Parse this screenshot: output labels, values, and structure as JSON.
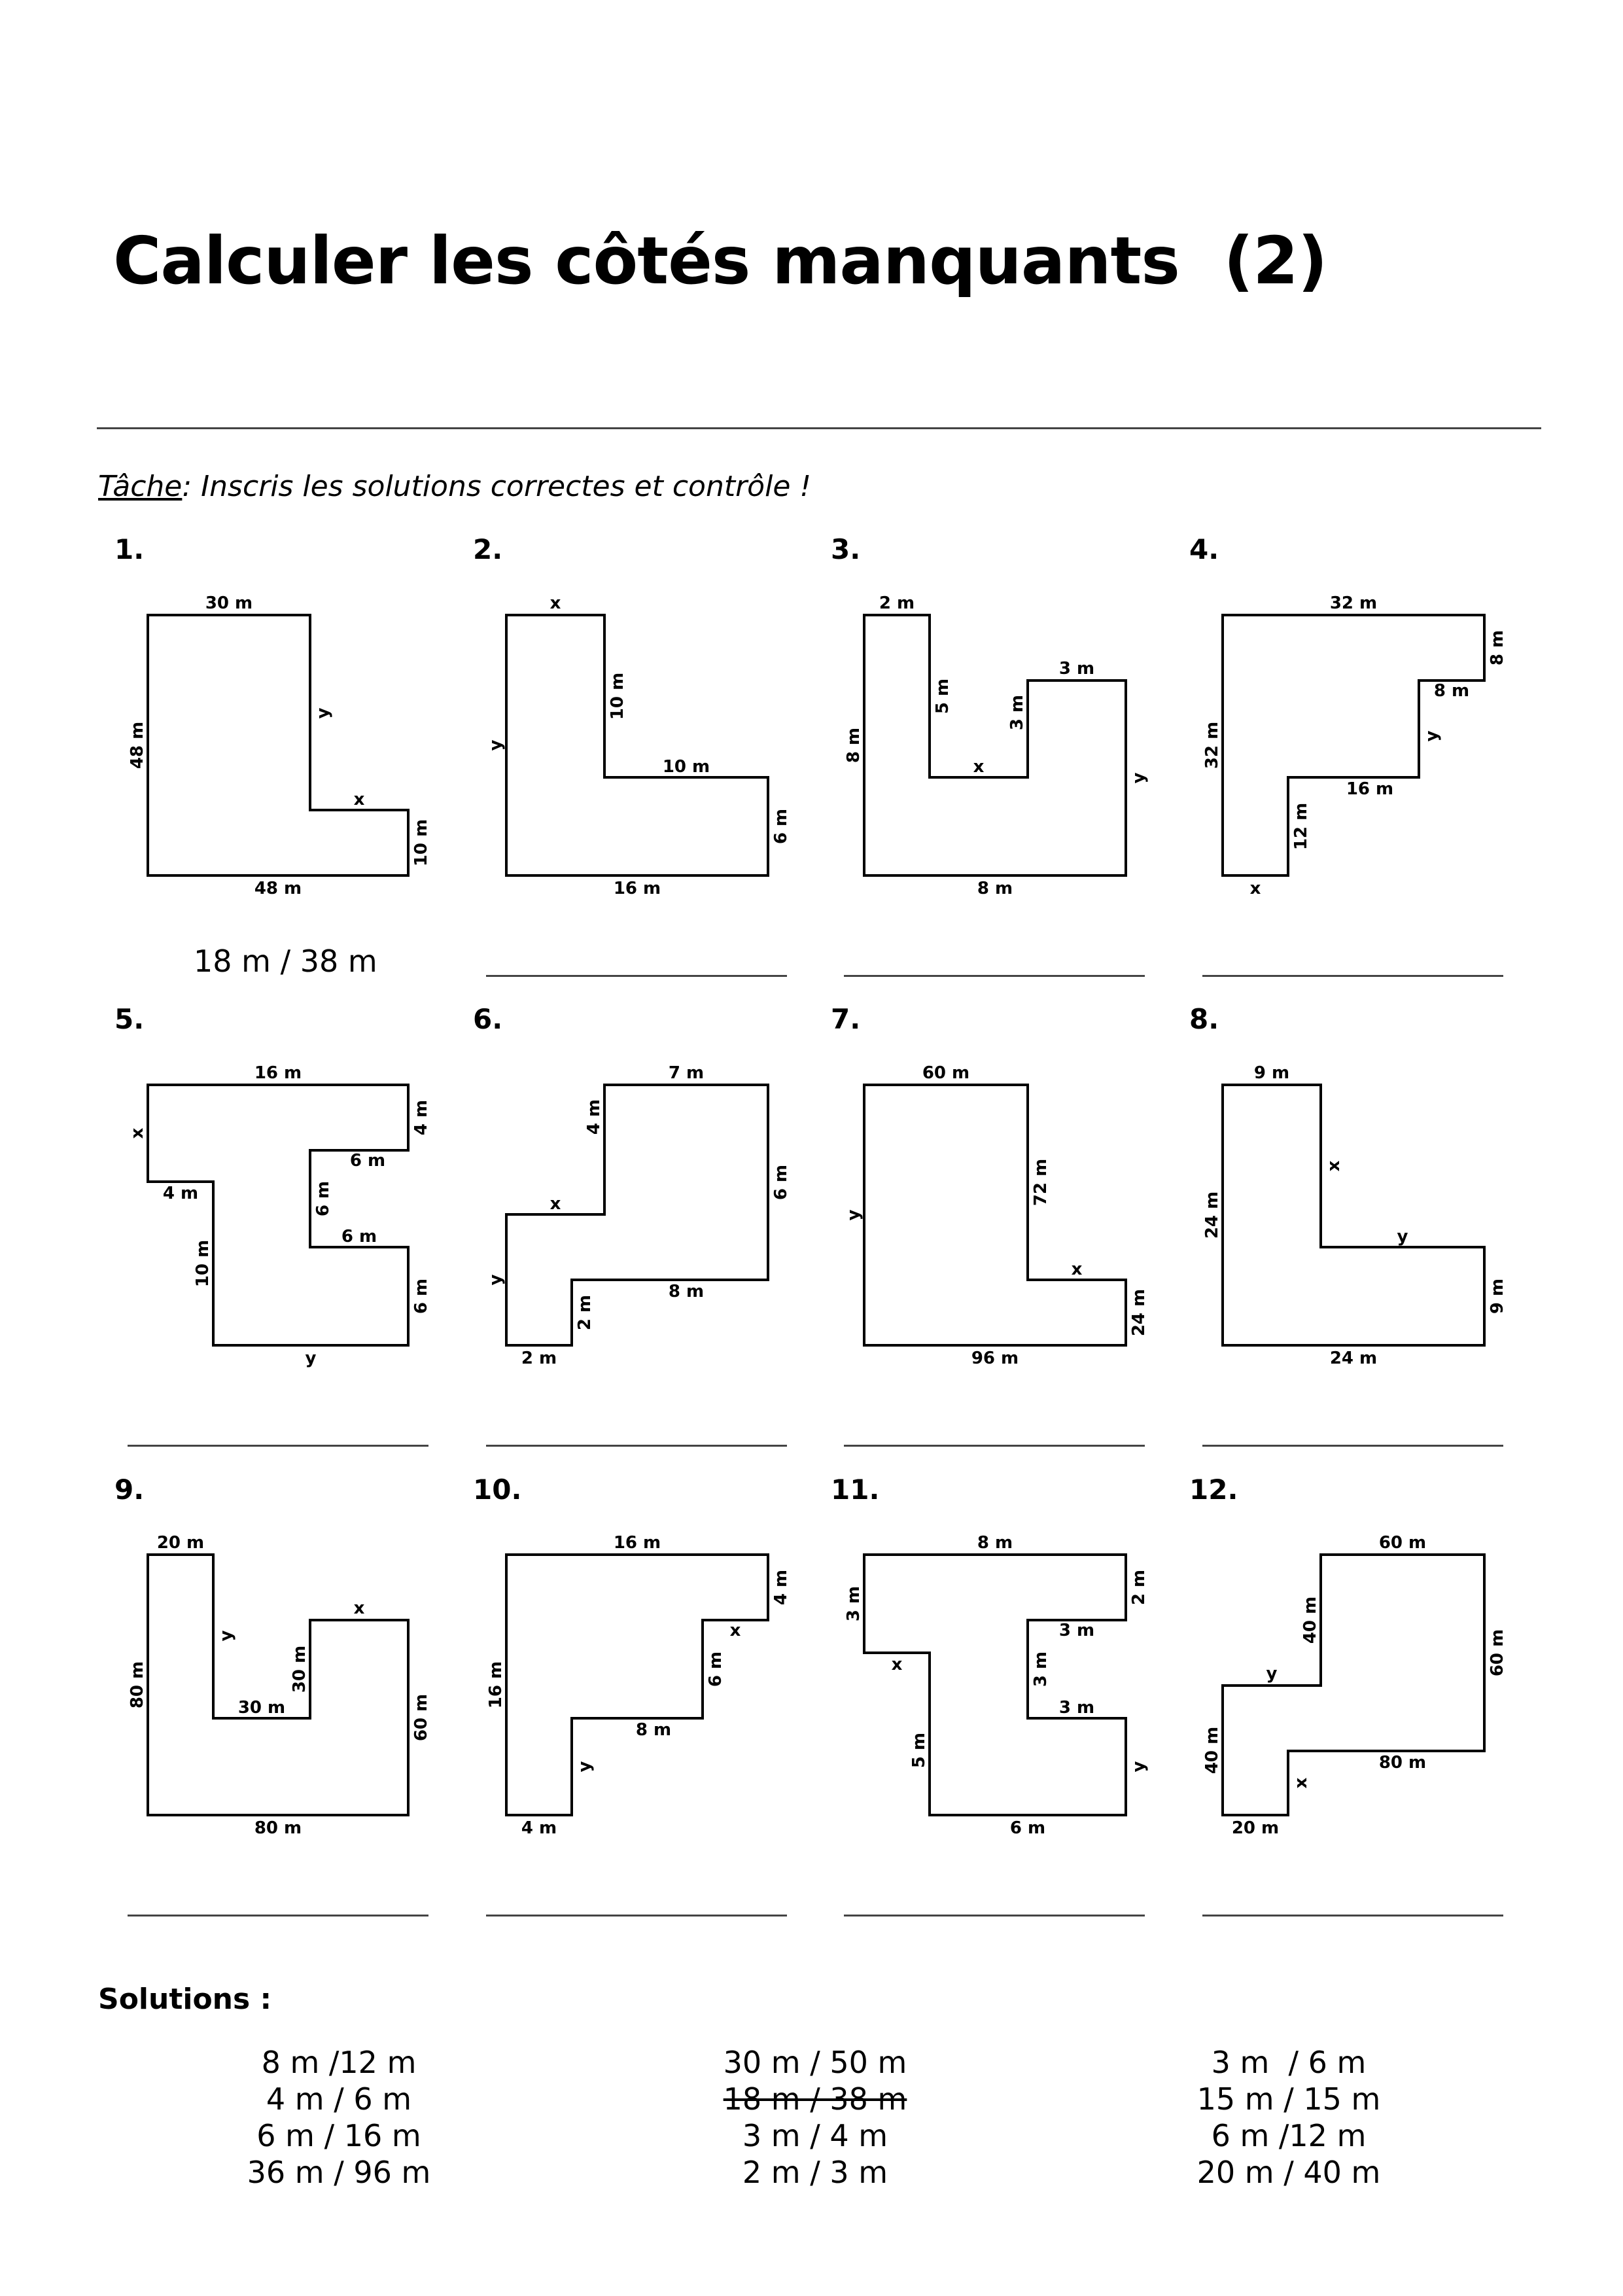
{
  "title": "Calculer les côtés manquants  (2)",
  "task": {
    "label": "Tâche",
    "text": ": Inscris les solutions correctes et contrôle !"
  },
  "problems": [
    {
      "num": "1.",
      "labels": {
        "top": "30 m",
        "left": "48 m",
        "y": "y",
        "x": "x",
        "right": "10 m",
        "bottom": "48 m"
      },
      "answer": "18 m / 38 m"
    },
    {
      "num": "2.",
      "labels": {
        "top": "x",
        "left": "y",
        "inner_v": "10 m",
        "inner_h": "10 m",
        "right": "6 m",
        "bottom": "16 m"
      },
      "answer": ""
    },
    {
      "num": "3.",
      "labels": {
        "top_left": "2 m",
        "left": "8 m",
        "a": "5 m",
        "x": "x",
        "b": "3 m",
        "top_right": "3 m",
        "y": "y",
        "bottom": "8 m"
      },
      "answer": ""
    },
    {
      "num": "4.",
      "labels": {
        "top": "32 m",
        "right_top": "8 m",
        "step1": "8 m",
        "y": "y",
        "step2": "16 m",
        "left": "32 m",
        "a": "12 m",
        "x": "x"
      },
      "answer": ""
    },
    {
      "num": "5.",
      "labels": {
        "top": "16 m",
        "x": "x",
        "right_top": "4 m",
        "upper_notch": "6 m",
        "notch_v": "6 m",
        "lower_notch": "6 m",
        "left_step": "4 m",
        "left_v": "10 m",
        "right_bottom": "6 m",
        "y": "y"
      },
      "answer": ""
    },
    {
      "num": "6.",
      "labels": {
        "top": "7 m",
        "a": "4 m",
        "right": "6 m",
        "x": "x",
        "mid": "8 m",
        "y": "y",
        "b": "2 m",
        "bottom": "2 m"
      },
      "answer": ""
    },
    {
      "num": "7.",
      "labels": {
        "top": "60 m",
        "y": "y",
        "inner_v": "72 m",
        "x": "x",
        "right": "24 m",
        "bottom": "96 m"
      },
      "answer": ""
    },
    {
      "num": "8.",
      "labels": {
        "top": "9 m",
        "left": "24 m",
        "x": "x",
        "y": "y",
        "right": "9 m",
        "bottom": "24 m"
      },
      "answer": ""
    },
    {
      "num": "9.",
      "labels": {
        "top_left": "20 m",
        "left": "80 m",
        "y": "y",
        "inner_v": "30 m",
        "x": "x",
        "inner_h": "30 m",
        "right": "60 m",
        "bottom": "80 m"
      },
      "answer": ""
    },
    {
      "num": "10.",
      "labels": {
        "top": "16 m",
        "right_top": "4 m",
        "x": "x",
        "a": "6 m",
        "mid": "8 m",
        "left": "16 m",
        "y": "y",
        "bottom": "4 m"
      },
      "answer": ""
    },
    {
      "num": "11.",
      "labels": {
        "top": "8 m",
        "left_top": "3 m",
        "right_top": "2 m",
        "x": "x",
        "upper_notch": "3 m",
        "notch_v": "3 m",
        "lower_notch": "3 m",
        "left_v": "5 m",
        "y": "y",
        "bottom": "6 m"
      },
      "answer": ""
    },
    {
      "num": "12.",
      "labels": {
        "top": "60 m",
        "a": "40 m",
        "y": "y",
        "right": "60 m",
        "left": "40 m",
        "mid": "80 m",
        "x": "x",
        "bottom": "20 m"
      },
      "answer": ""
    }
  ],
  "solutions": {
    "title": "Solutions :",
    "col1": [
      "8 m /12 m",
      "4 m / 6 m",
      "6 m / 16 m",
      "36 m / 96 m"
    ],
    "col2": [
      "30 m / 50 m",
      "18 m / 38 m",
      "3 m / 4 m",
      "2 m / 3 m"
    ],
    "col3": [
      "3 m  / 6 m",
      "15 m / 15 m",
      "6 m /12 m",
      "20 m / 40 m"
    ]
  }
}
